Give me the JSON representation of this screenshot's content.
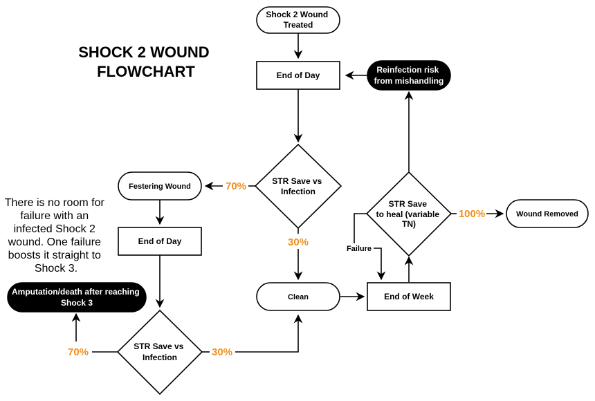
{
  "title": [
    "SHOCK 2 WOUND",
    "FLOWCHART"
  ],
  "note": [
    "There is no room for",
    "failure with an",
    "infected Shock 2",
    "wound. One failure",
    "boosts it straight to",
    "Shock 3."
  ],
  "nodes": {
    "start": [
      "Shock 2 Wound",
      "Treated"
    ],
    "end_of_day_1": [
      "End of Day"
    ],
    "reinfection": [
      "Reinfection risk",
      "from mishandling"
    ],
    "str_save_1": [
      "STR Save vs",
      "Infection"
    ],
    "festering": [
      "Festering Wound"
    ],
    "end_of_day_2": [
      "End of Day"
    ],
    "str_save_2": [
      "STR Save vs",
      "Infection"
    ],
    "amputation": [
      "Amputation/death after reaching",
      "Shock 3"
    ],
    "clean": [
      "Clean"
    ],
    "end_of_week": [
      "End of Week"
    ],
    "str_heal": [
      "STR Save",
      "to heal (variable",
      "TN)"
    ],
    "wound_removed": [
      "Wound Removed"
    ]
  },
  "labels": {
    "pct_70_top": "70%",
    "pct_30_top": "30%",
    "pct_70_bottom": "70%",
    "pct_30_bottom": "30%",
    "pct_100": "100%",
    "failure": "Failure"
  },
  "colors": {
    "accent": "#f0901e",
    "stroke": "#000000",
    "dark_fill": "#000000",
    "light_fill": "#ffffff"
  }
}
